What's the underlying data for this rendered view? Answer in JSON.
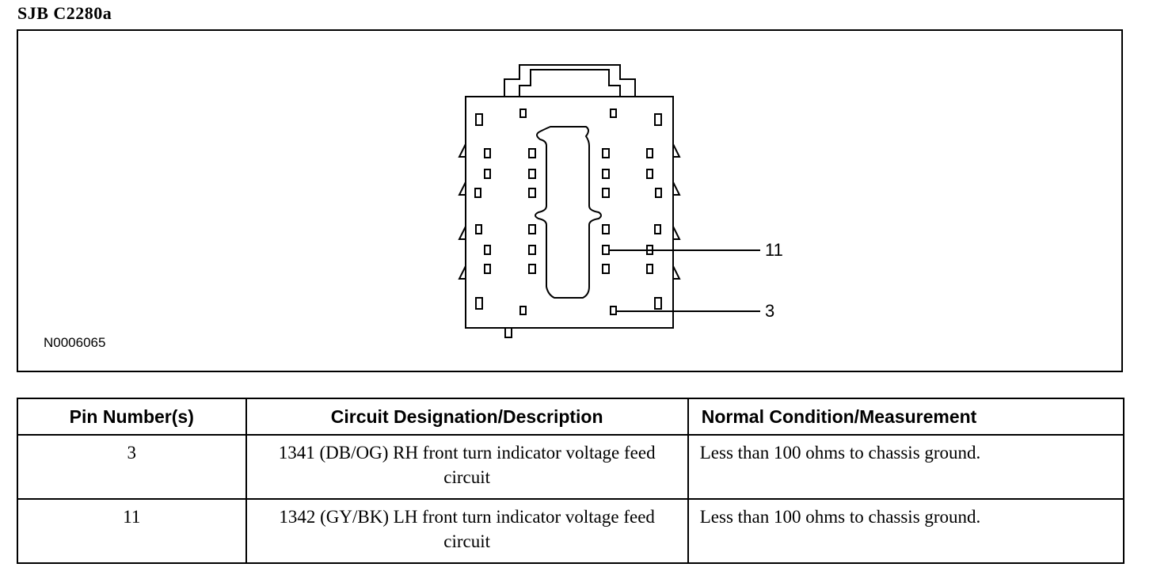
{
  "title": "SJB C2280a",
  "figure_id": "N0006065",
  "callouts": [
    "11",
    "3"
  ],
  "table": {
    "headers": [
      "Pin Number(s)",
      "Circuit Designation/Description",
      "Normal Condition/Measurement"
    ],
    "rows": [
      {
        "pin": "3",
        "circuit": "1341 (DB/OG) RH front turn indicator voltage feed circuit",
        "condition": "Less than 100 ohms to chassis ground."
      },
      {
        "pin": "11",
        "circuit": "1342 (GY/BK) LH front turn indicator voltage feed circuit",
        "condition": "Less than 100 ohms to chassis ground."
      }
    ]
  }
}
